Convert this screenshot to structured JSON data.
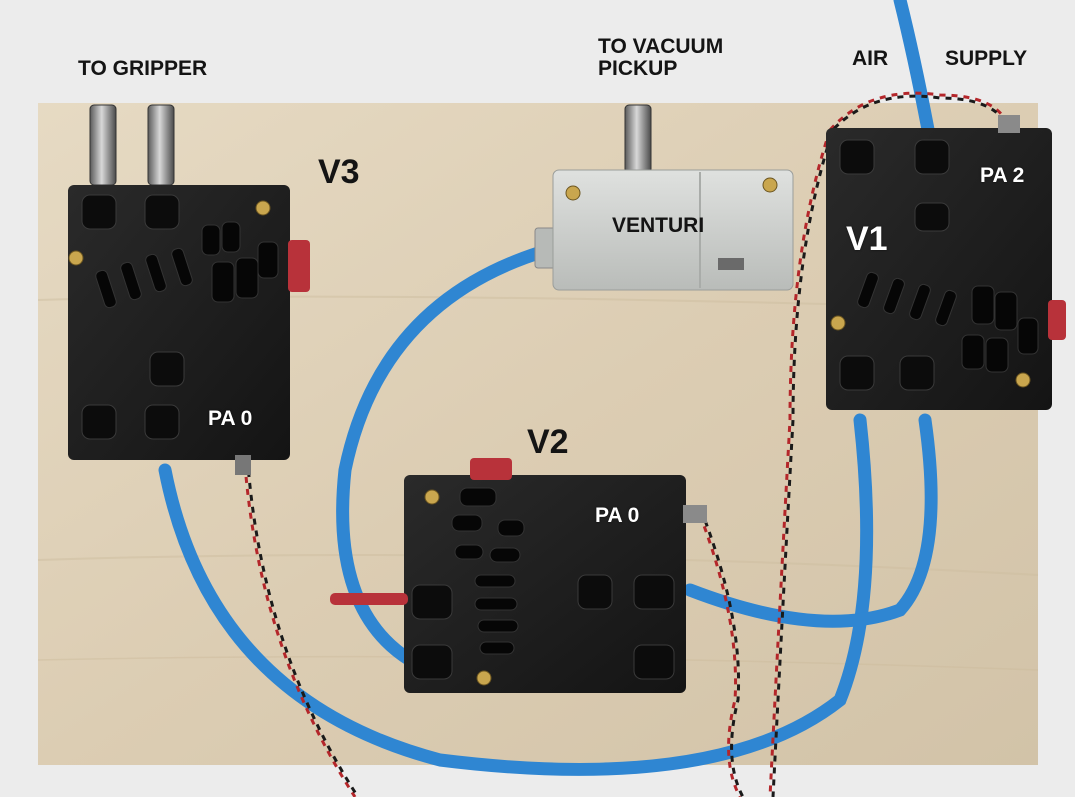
{
  "labels": {
    "to_gripper": "TO GRIPPER",
    "to_vacuum_line1": "TO VACUUM",
    "to_vacuum_line2": "PICKUP",
    "air": "AIR",
    "supply": "SUPPLY",
    "v3": "V3",
    "v2": "V2",
    "v1": "V1",
    "venturi": "VENTURI",
    "pa0_v3": "PA 0",
    "pa0_v2": "PA 0",
    "pa2_v1": "PA 2"
  },
  "colors": {
    "background": "#ececec",
    "board": "#ddd0b8",
    "valve_body": "#1c1c1c",
    "tubing": "#2f86d2",
    "venturi_body": "#c9ccc9",
    "plunger_red": "#b8323a",
    "wire_red": "#b4262a",
    "wire_black": "#1a1a1a"
  },
  "icons": {
    "fitting": "push-fitting-icon",
    "screw": "screw-icon",
    "plunger": "manual-override-icon"
  }
}
